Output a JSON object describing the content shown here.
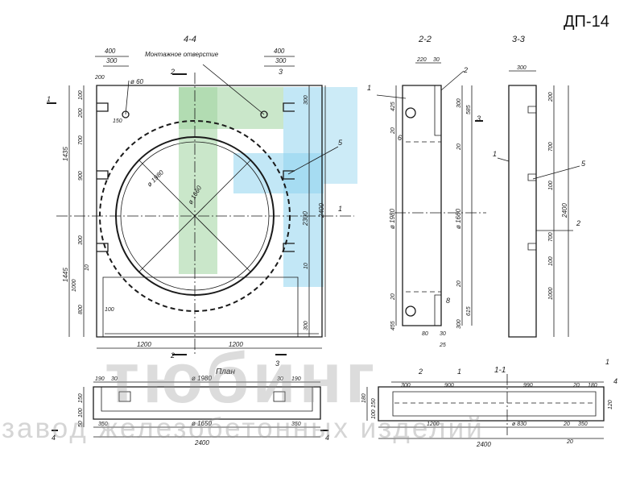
{
  "document_code": "ДП-14",
  "watermark": {
    "brand": "тюбинг",
    "subtitle": "завод железобетонных изделий",
    "logo_colors": [
      "#9ed39e",
      "#8fd3ee"
    ]
  },
  "views": {
    "main": {
      "section_label": "4-4",
      "mounting_hole_label": "Монтажное отверстие",
      "hole_dia": "ø 60",
      "inner_dia": "ø 1980",
      "outer_dia": "ø 1660",
      "marks": [
        "2",
        "2",
        "3",
        "3",
        "1",
        "1",
        "5"
      ],
      "top_dims": [
        "400",
        "300",
        "200",
        "150",
        "400",
        "300"
      ],
      "left_dims": [
        "1435",
        "1445",
        "100",
        "200",
        "700",
        "900",
        "300",
        "800",
        "1000",
        "10"
      ],
      "right_dims": [
        "300",
        "2300",
        "2400",
        "10",
        "300"
      ],
      "bottom_dims": [
        "1200",
        "1200",
        "100"
      ]
    },
    "section_22": {
      "label": "2-2",
      "marks": [
        "1",
        "2",
        "3",
        "6",
        "8"
      ],
      "dims": [
        "220",
        "30",
        "425",
        "300",
        "585",
        "20",
        "ø 1980",
        "ø 1660",
        "20",
        "20",
        "455",
        "80",
        "30",
        "300",
        "615",
        "20",
        "25"
      ]
    },
    "section_33": {
      "label": "3-3",
      "marks": [
        "1",
        "5",
        "2"
      ],
      "dims": [
        "300",
        "200",
        "700",
        "100",
        "2400",
        "700",
        "100",
        "1000"
      ]
    },
    "plan": {
      "label": "План",
      "marks": [
        "4",
        "4"
      ],
      "dims": [
        "190",
        "30",
        "ø 1980",
        "30",
        "190",
        "150",
        "100",
        "50",
        "350",
        "ø 1650",
        "350",
        "2400"
      ]
    },
    "section_11": {
      "label": "1-1",
      "marks": [
        "2",
        "1",
        "1",
        "4"
      ],
      "dims": [
        "300",
        "900",
        "990",
        "20",
        "180",
        "180",
        "150",
        "100",
        "1200",
        "ø 830",
        "20",
        "350",
        "2400",
        "20",
        "120"
      ]
    }
  }
}
